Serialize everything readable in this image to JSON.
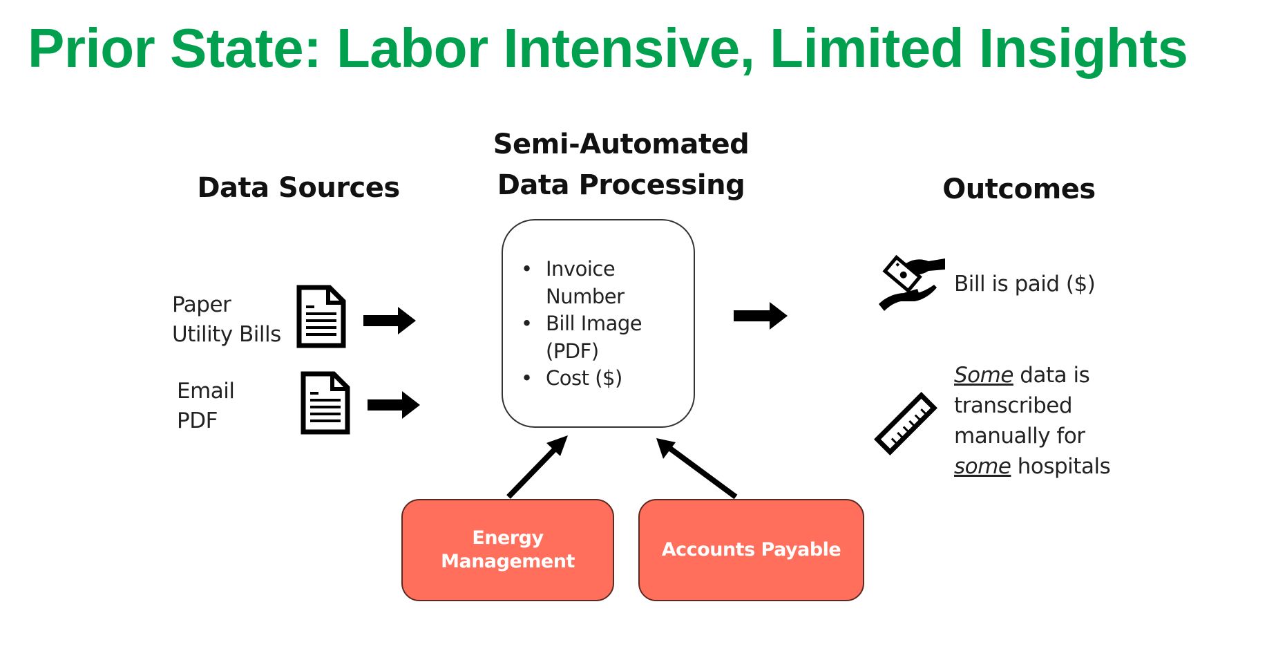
{
  "slide": {
    "title": "Prior State: Labor Intensive, Limited Insights",
    "colors": {
      "title": "#00A04F",
      "org_box": "#FF6F5B",
      "text": "#222222"
    }
  },
  "columns": {
    "sources": {
      "heading": "Data Sources"
    },
    "processing": {
      "heading_line1": "Semi-Automated",
      "heading_line2": "Data Processing"
    },
    "outcomes": {
      "heading": "Outcomes"
    }
  },
  "sources": [
    {
      "line1": "Paper",
      "line2": "Utility Bills",
      "icon": "document-icon"
    },
    {
      "line1": "Email",
      "line2": "PDF",
      "icon": "document-icon"
    }
  ],
  "processing_box": {
    "bullets": [
      "Invoice Number",
      "Bill Image (PDF)",
      "Cost ($)"
    ],
    "bullet_lines": [
      [
        "Invoice",
        "Number"
      ],
      [
        "Bill Image",
        "(PDF)"
      ],
      [
        "Cost ($)"
      ]
    ],
    "bullet_char": "•"
  },
  "stakeholders": [
    {
      "label_line1": "Energy",
      "label_line2": "Management"
    },
    {
      "label": "Accounts Payable"
    }
  ],
  "outcomes": [
    {
      "icon": "hand-money-icon",
      "text": "Bill is paid ($)"
    },
    {
      "icon": "ruler-icon",
      "emph1": "Some",
      "rest1": " data is",
      "line2": "transcribed",
      "line3": "manually for",
      "emph4": "some",
      "rest4": " hospitals"
    }
  ]
}
